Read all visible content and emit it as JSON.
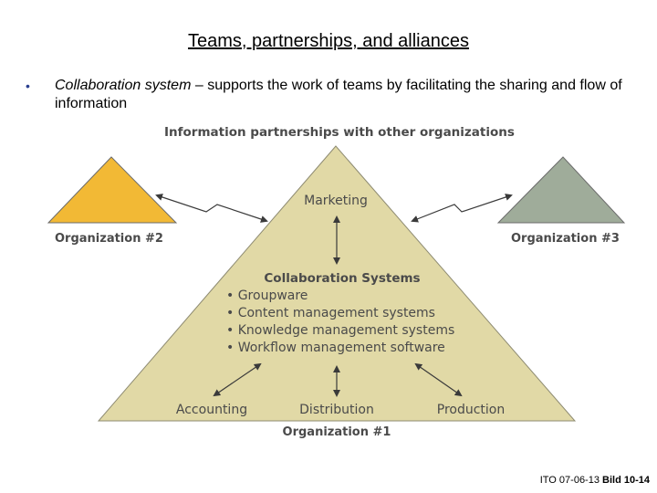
{
  "slide": {
    "title": "Teams, partnerships, and alliances",
    "bullet": {
      "term": "Collaboration system",
      "text": " – supports the work of teams by facilitating the sharing and flow of information"
    }
  },
  "diagram": {
    "header": "Information partnerships with other organizations",
    "main_org": {
      "label": "Organization #1",
      "top_department": "Marketing",
      "center_title": "Collaboration Systems",
      "systems": [
        "• Groupware",
        "• Content management systems",
        "• Knowledge management systems",
        "• Workflow management software"
      ],
      "bottom_departments": [
        "Accounting",
        "Distribution",
        "Production"
      ]
    },
    "partner_left": {
      "label": "Organization #2",
      "color": "#f2b935"
    },
    "partner_right": {
      "label": "Organization #3",
      "color": "#9fac9a"
    },
    "main_color": "#e1d9a6"
  },
  "footer": {
    "ref": "ITO  07-06-13",
    "page": "Bild 10-14"
  }
}
